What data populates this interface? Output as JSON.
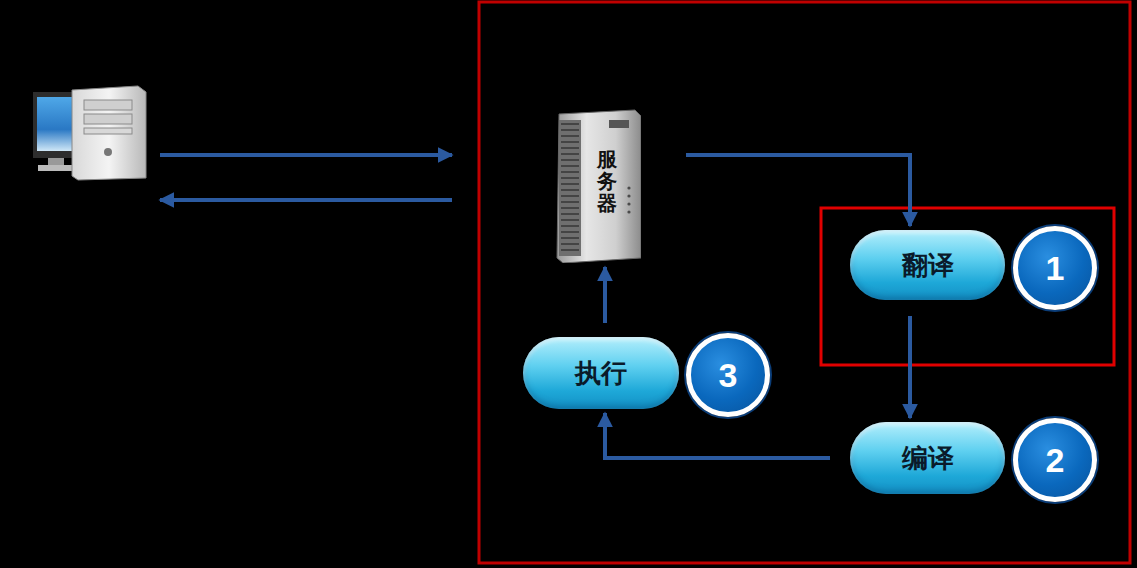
{
  "diagram": {
    "nodes": [
      {
        "text": [
          "服务器"
        ]
      },
      {
        "text": [
          "翻译"
        ]
      },
      {
        "text": [
          "1"
        ]
      },
      {
        "text": [
          "编译"
        ]
      },
      {
        "text": [
          "2"
        ]
      },
      {
        "text": [
          "执行"
        ]
      },
      {
        "text": [
          "3"
        ]
      }
    ],
    "edges": [
      {
        "from": 0,
        "to": 1,
        "arrow": "to"
      },
      {
        "from": 1,
        "to": 3,
        "arrow": "to"
      },
      {
        "from": 3,
        "to": 5,
        "arrow": "to"
      },
      {
        "from": 5,
        "to": 0,
        "arrow": "to"
      }
    ]
  }
}
